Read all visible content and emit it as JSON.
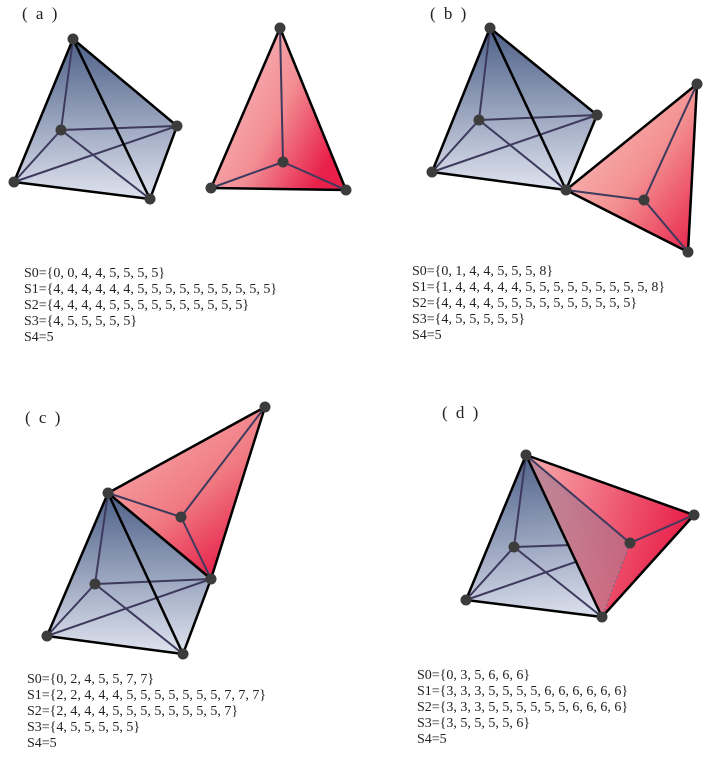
{
  "panels": [
    {
      "label": "( a )",
      "sequences": [
        "S0={0, 0, 4, 4, 5, 5, 5, 5}",
        "S1={4, 4, 4, 4, 4, 4, 5, 5, 5, 5, 5, 5, 5, 5, 5, 5}",
        "S2={4, 4, 4, 4, 5, 5, 5, 5, 5, 5, 5, 5, 5, 5}",
        "S3={4, 5, 5, 5, 5, 5}",
        "S4=5"
      ]
    },
    {
      "label": "( b )",
      "sequences": [
        "S0={0, 1, 4, 4, 5, 5, 5, 8}",
        "S1={1, 4, 4, 4, 4, 4, 5, 5, 5, 5, 5, 5, 5, 5, 5, 8}",
        "S2={4, 4, 4, 4, 5, 5, 5, 5, 5, 5, 5, 5, 5, 5}",
        "S3={4, 5, 5, 5, 5, 5}",
        "S4=5"
      ]
    },
    {
      "label": "( c )",
      "sequences": [
        "S0={0, 2, 4, 5, 5, 7, 7}",
        "S1={2, 2, 4, 4, 4, 5, 5, 5, 5, 5, 5, 5, 7, 7, 7}",
        "S2={2, 4, 4, 4, 5, 5, 5, 5, 5, 5, 5, 5, 7}",
        "S3={4, 5, 5, 5, 5, 5}",
        "S4=5"
      ]
    },
    {
      "label": "( d )",
      "sequences": [
        "S0={0, 3, 5, 6, 6, 6}",
        "S1={3, 3, 3, 5, 5, 5, 5, 6, 6, 6, 6, 6, 6}",
        "S2={3, 3, 3, 5, 5, 5, 5, 5, 5, 6, 6, 6, 6}",
        "S3={3, 5, 5, 5, 5, 6}",
        "S4=5"
      ]
    }
  ],
  "colors": {
    "blue_dark": "#4d6088",
    "blue_light": "#dfe3ef",
    "red_light": "#fbc4c4",
    "red_dark": "#e8204a",
    "edge": "#000000",
    "inner_edge": "#3e3a5e",
    "vertex": "#3c3c3c"
  }
}
